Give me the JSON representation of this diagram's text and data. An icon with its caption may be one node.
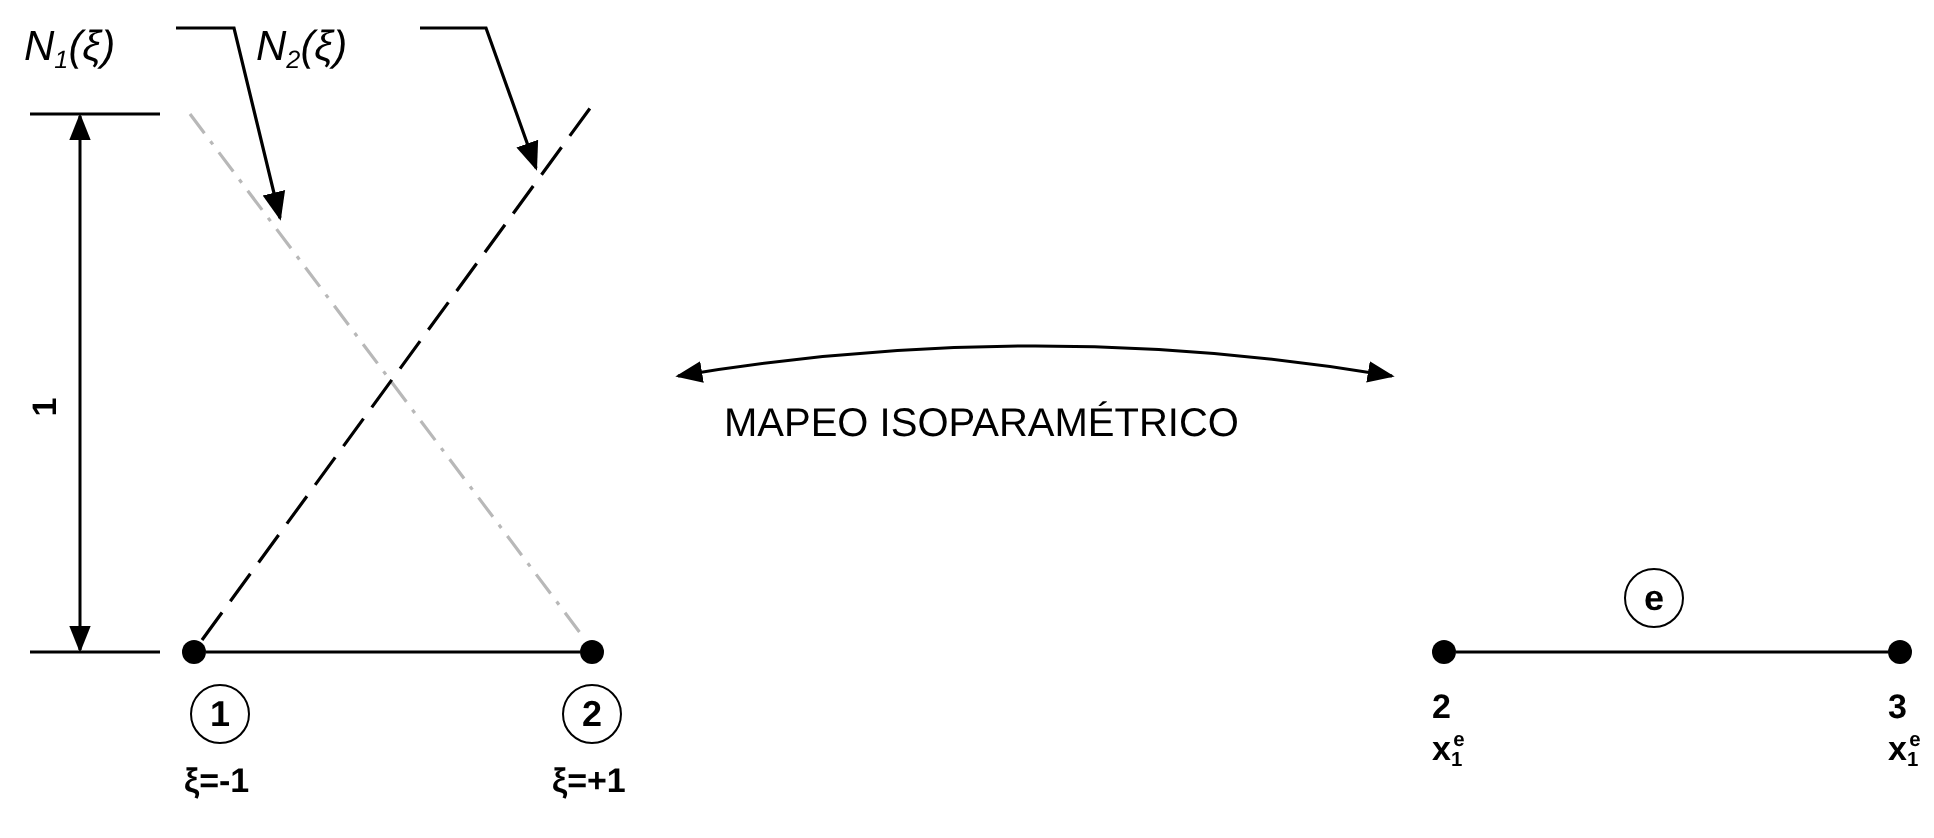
{
  "diagram": {
    "nodes": [
      {
        "text": [
          "N$_{1}$(ξ)"
        ]
      },
      {
        "text": [
          "N$_{2}$(ξ)"
        ]
      },
      {
        "text": [],
        "shape": "line"
      },
      {
        "text": [],
        "shape": "line"
      },
      {
        "text": [
          "1"
        ],
        "beside": [
          "ξ=-1"
        ]
      },
      {
        "text": [
          "2"
        ],
        "beside": [
          "ξ=+1"
        ]
      },
      {
        "text": [],
        "shape": "circle"
      },
      {
        "text": [],
        "shape": "circle"
      },
      {
        "text": [
          "e"
        ]
      },
      {
        "text": [],
        "shape": "circle",
        "beside": [
          "2",
          "x$_{1}$$^{e}$"
        ]
      },
      {
        "text": [],
        "shape": "circle",
        "beside": [
          "3",
          "x$_{1}$$^{e}$"
        ]
      }
    ],
    "edges": [
      {
        "from": 0,
        "to": 2,
        "arrow": "to"
      },
      {
        "from": 1,
        "to": 3,
        "arrow": "to"
      },
      {
        "from": 6,
        "to": 7,
        "arrow": "none"
      },
      {
        "from": 9,
        "to": 10,
        "arrow": "none"
      }
    ],
    "labels": [
      "1",
      "MAPEO ISOPARAMÉTRICO"
    ]
  }
}
